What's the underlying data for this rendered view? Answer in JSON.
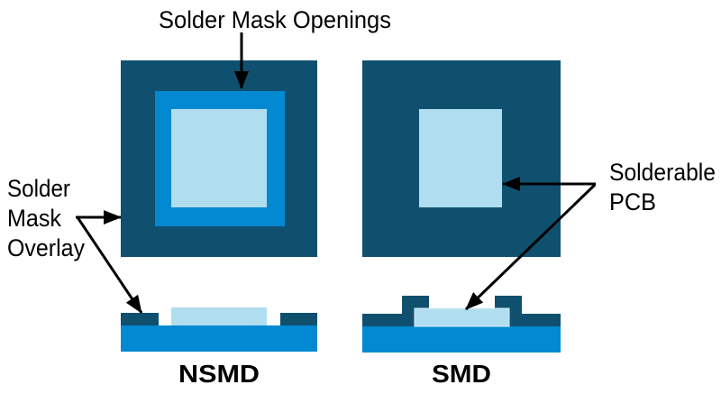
{
  "labels": {
    "openings": "Solder Mask Openings",
    "overlay": [
      "Solder",
      "Mask",
      "Overlay"
    ],
    "solderable": [
      "Solderable",
      "PCB"
    ],
    "nsmd": "NSMD",
    "smd": "SMD"
  },
  "colors": {
    "solder_mask": "#10506f",
    "substrate": "#0389d1",
    "pad": "#b0def0",
    "arrow": "#000000"
  }
}
